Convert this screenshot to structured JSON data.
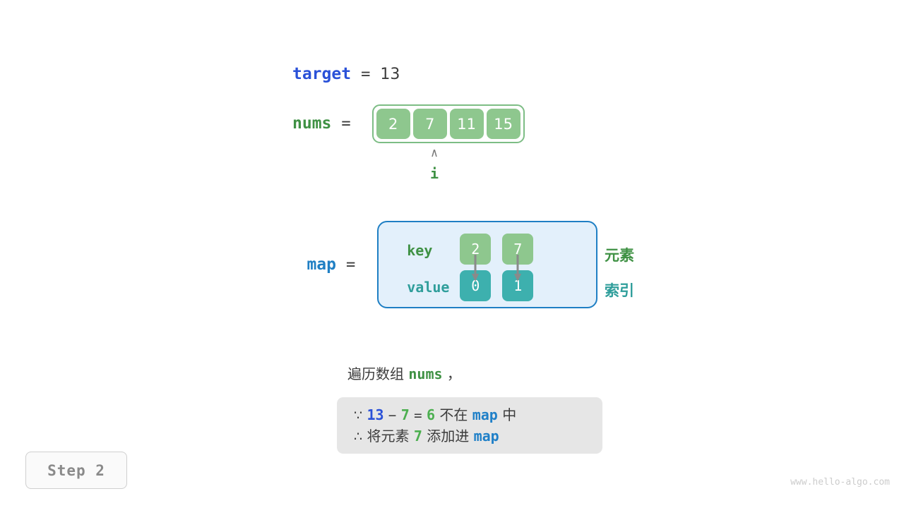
{
  "target": {
    "label": "target",
    "equals": "=",
    "value": "13"
  },
  "nums": {
    "label": "nums",
    "equals": "=",
    "cells": [
      "2",
      "7",
      "11",
      "15"
    ]
  },
  "pointer": {
    "caret": "∧",
    "label": "i",
    "index": 1
  },
  "map": {
    "label": "map",
    "equals": "=",
    "row_labels": {
      "key": "key",
      "value": "value"
    },
    "entries": [
      {
        "key": "2",
        "value": "0"
      },
      {
        "key": "7",
        "value": "1"
      }
    ]
  },
  "legend": {
    "element": "元素",
    "index": "索引"
  },
  "caption": {
    "prefix": "遍历数组",
    "code": "nums",
    "suffix": "，"
  },
  "note": {
    "line1": {
      "symbol": "∵",
      "a": "13",
      "minus": "−",
      "b": "7",
      "eq": "=",
      "result": "6",
      "mid": "不在",
      "map": "map",
      "end": "中"
    },
    "line2": {
      "symbol": "∴",
      "prefix": "将元素",
      "num": "7",
      "mid": "添加进",
      "map": "map"
    }
  },
  "step_badge": {
    "label": "Step 2"
  },
  "watermark": {
    "text": "www.hello-algo.com"
  },
  "colors": {
    "target_blue": "#2a51d8",
    "nums_green": "#3f9144",
    "map_blue": "#1f7fc4",
    "cell_green": "#8ec78e",
    "cell_teal": "#3db0ae",
    "map_bg": "#e3f0fb",
    "note_bg": "#e6e6e6",
    "arrow_gray": "#8a8a8a"
  }
}
